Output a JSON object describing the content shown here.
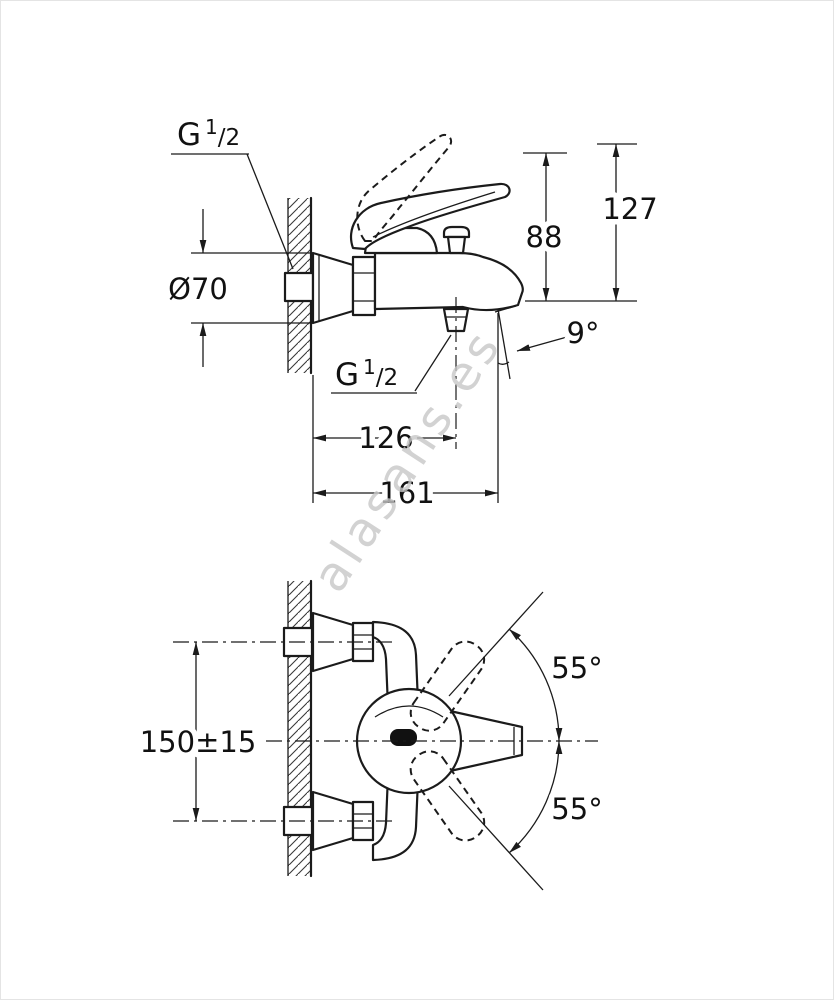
{
  "watermark": {
    "text": "alasans.es"
  },
  "top_view": {
    "inlet_thread": {
      "g": "G",
      "sup": "1",
      "den": "/2"
    },
    "flange_diameter": "Ø70",
    "height_88": "88",
    "height_127": "127",
    "spout_angle": "9°",
    "outlet_thread": {
      "g": "G",
      "sup": "1",
      "den": "/2"
    },
    "depth_126": "126",
    "depth_161": "161"
  },
  "front_view": {
    "inlet_spacing": "150±15",
    "swing_upper": "55°",
    "swing_lower": "55°"
  }
}
